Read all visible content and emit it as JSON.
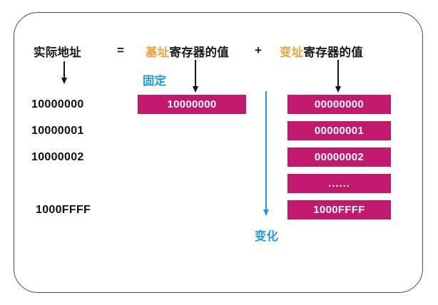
{
  "diagram": {
    "title_row": {
      "actual_address": "实际地址",
      "equals": "=",
      "base_prefix": "基址",
      "base_suffix": "寄存器的值",
      "plus": "+",
      "offset_prefix": "变址",
      "offset_suffix": "寄存器的值"
    },
    "annotations": {
      "fixed": "固定",
      "changing": "变化"
    },
    "left_column": {
      "label": "实际地址",
      "addresses": [
        "10000000",
        "10000001",
        "10000002",
        "1000FFFF"
      ]
    },
    "base_column": {
      "values": [
        "10000000"
      ]
    },
    "offset_column": {
      "values": [
        "00000000",
        "00000001",
        "00000002",
        "......",
        "1000FFFF"
      ]
    },
    "colors": {
      "bar_magenta": "#C2186E",
      "keyword_orange": "#F5A03A",
      "annotation_blue": "#1E9BF0",
      "arrow_black": "#111111",
      "frame_border": "#4a4a4a"
    },
    "icons": {
      "down_arrow_black": "down-arrow-icon",
      "down_arrow_blue": "down-arrow-blue-icon"
    }
  }
}
